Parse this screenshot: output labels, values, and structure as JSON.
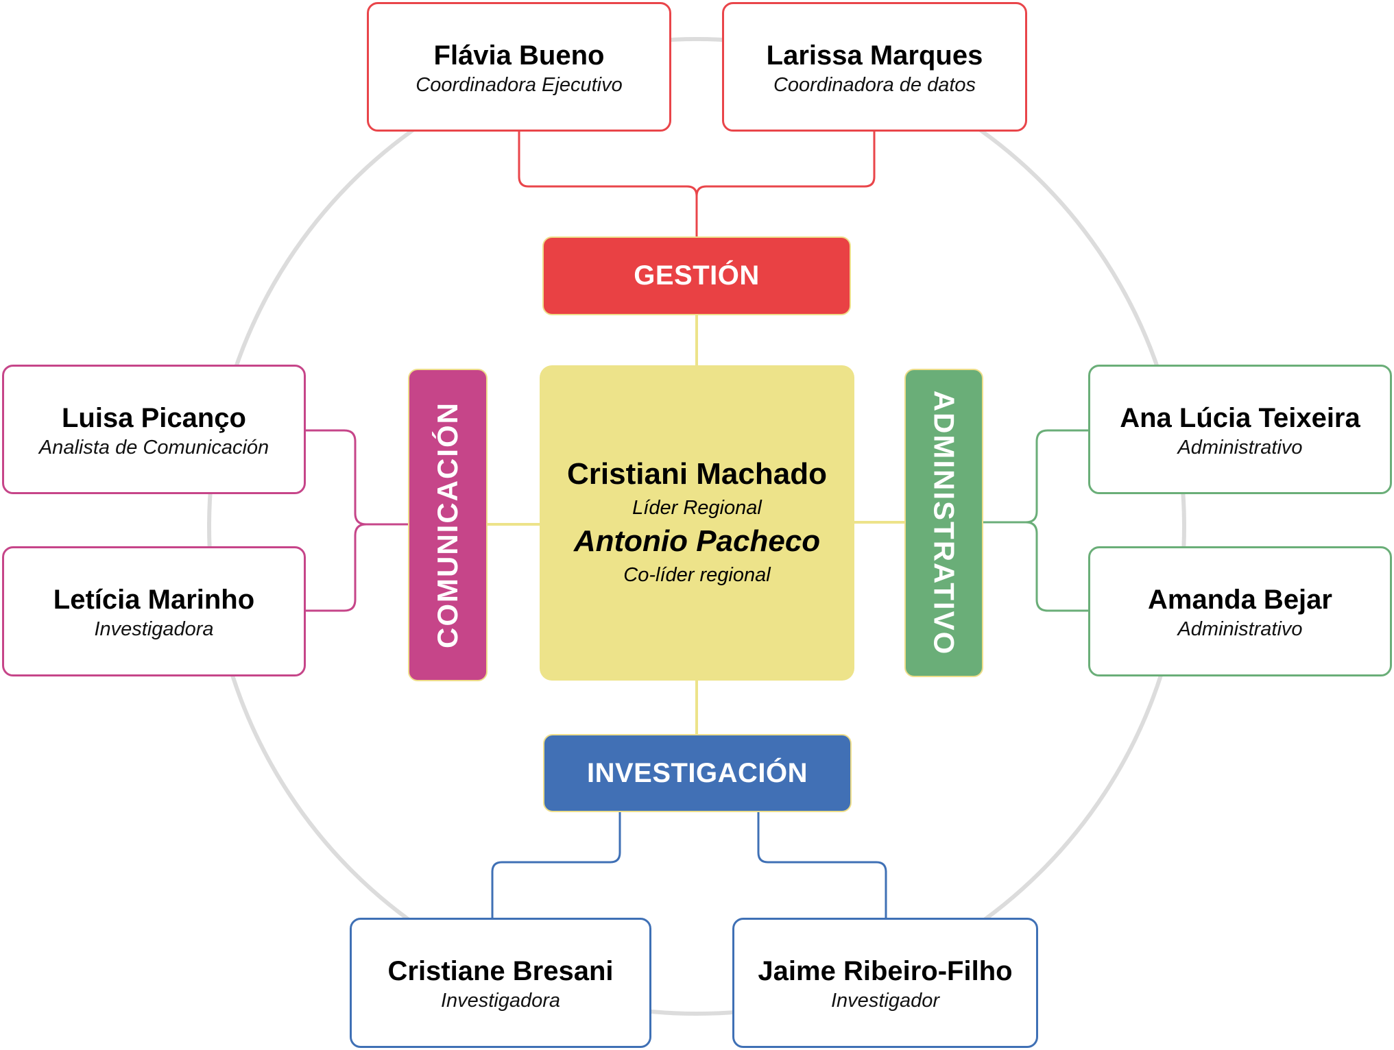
{
  "diagram": {
    "center": {
      "leader_name": "Cristiani Machado",
      "leader_role": "Líder Regional",
      "coleader_name": "Antonio Pacheco",
      "coleader_role": "Co-líder regional",
      "color": "#ede38a"
    },
    "departments": {
      "gestion": {
        "label": "GESTIÓN",
        "color": "#e94144",
        "members": [
          {
            "name": "Flávia Bueno",
            "role": "Coordinadora Ejecutivo"
          },
          {
            "name": "Larissa Marques",
            "role": "Coordinadora de datos"
          }
        ]
      },
      "comunicacion": {
        "label": "COMUNICACIÓN",
        "color": "#c64589",
        "members": [
          {
            "name": "Luisa Picanço",
            "role": "Analista de Comunicación"
          },
          {
            "name": "Letícia Marinho",
            "role": "Investigadora"
          }
        ]
      },
      "administrativo": {
        "label": "ADMINISTRATIVO",
        "color": "#6aae78",
        "members": [
          {
            "name": "Ana Lúcia Teixeira",
            "role": "Administrativo"
          },
          {
            "name": "Amanda Bejar",
            "role": "Administrativo"
          }
        ]
      },
      "investigacion": {
        "label": "INVESTIGACIÓN",
        "color": "#4170b5",
        "members": [
          {
            "name": "Cristiane Bresani",
            "role": "Investigadora"
          },
          {
            "name": "Jaime Ribeiro-Filho",
            "role": "Investigador"
          }
        ]
      }
    }
  }
}
